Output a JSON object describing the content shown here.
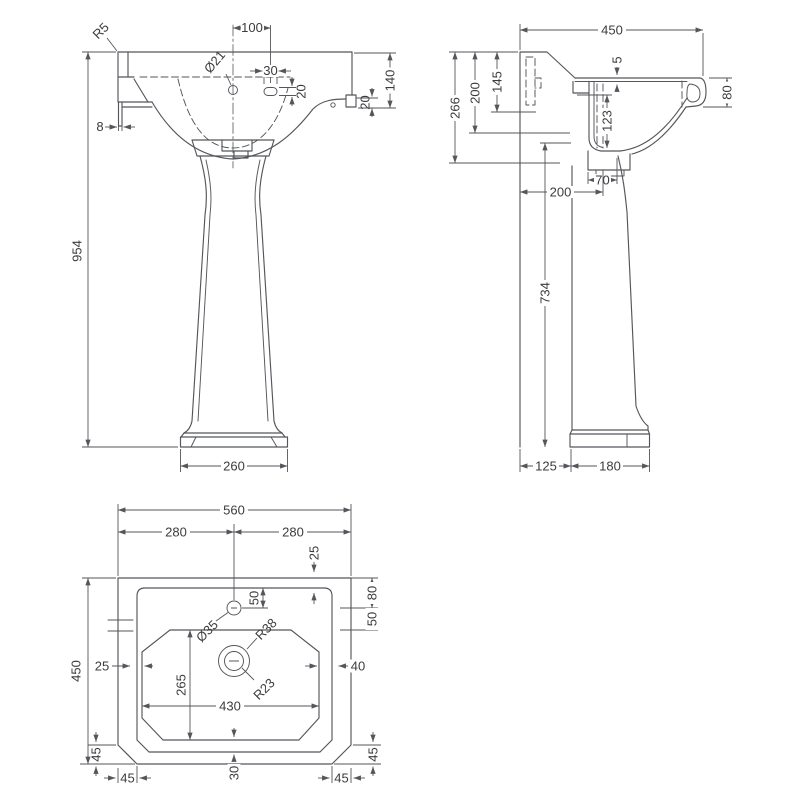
{
  "meta": {
    "drawing_type": "basin and pedestal technical drawing, three orthographic views",
    "background": "#ffffff",
    "line_color": "#55565b",
    "text_color": "#3c3c3e"
  },
  "front_view": {
    "dims": {
      "corner_radius": "R5",
      "centre_to_overflow": "100",
      "hole_diameter": "Ø21",
      "overflow_width": "30",
      "overflow_height": "20",
      "top_to_fixing": "140",
      "ledge_step": "20",
      "side_lip": "8",
      "overall_height": "954",
      "base_width": "260"
    }
  },
  "side_view": {
    "dims": {
      "overall_depth": "450",
      "rim_thickness": "5",
      "upstand_height": "145",
      "back_shelf_height": "200",
      "back_overall_height": "266",
      "bowl_depth": "123",
      "front_apron_height": "80",
      "outlet_width": "70",
      "wall_to_outlet": "200",
      "floor_to_bowl": "734",
      "wall_gap": "125",
      "pedestal_depth": "180"
    }
  },
  "plan_view": {
    "dims": {
      "overall_width": "560",
      "half_width_left": "280",
      "half_width_right": "280",
      "rim_inset": "25",
      "tap_offset": "50",
      "edge_to_tap": "80",
      "tap_to_bowl": "50",
      "tap_hole_diameter": "Ø35",
      "waste_radius_outer": "R38",
      "waste_radius_inner": "R23",
      "bowl_side_left": "25",
      "bowl_side_right": "40",
      "bowl_depth": "265",
      "bowl_width": "430",
      "overall_depth": "450",
      "chamfer_left_v": "45",
      "chamfer_left_h": "45",
      "bowl_to_rim_bottom": "30",
      "chamfer_right_v": "45",
      "chamfer_right_h": "45"
    }
  }
}
